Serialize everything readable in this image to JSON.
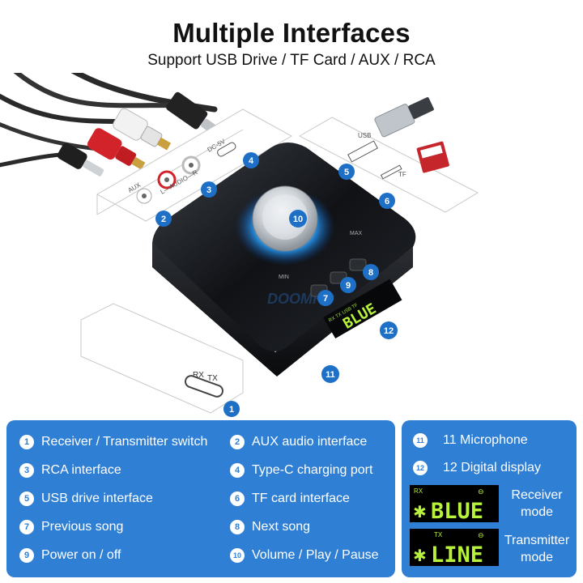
{
  "title": "Multiple Interfaces",
  "subtitle": "Support USB Drive / TF Card / AUX / RCA",
  "device": {
    "port_labels": {
      "aux": "AUX",
      "l_audio_r": "L—AUDIO—R",
      "dc5v": "DC-5V",
      "usb": "USB",
      "tf": "TF",
      "rx": "RX",
      "tx": "TX",
      "min": "MIN",
      "max": "MAX",
      "display": "BLUE",
      "display_tags": "RX TX USB TF",
      "watermark": "DOOMHO"
    },
    "callouts": [
      "1",
      "2",
      "3",
      "4",
      "5",
      "6",
      "7",
      "8",
      "9",
      "10",
      "11",
      "12"
    ]
  },
  "legend": {
    "items": [
      {
        "num": "1",
        "label": "Receiver / Transmitter switch"
      },
      {
        "num": "2",
        "label": "AUX audio interface"
      },
      {
        "num": "3",
        "label": "RCA interface"
      },
      {
        "num": "4",
        "label": "Type-C charging port"
      },
      {
        "num": "5",
        "label": "USB drive interface"
      },
      {
        "num": "6",
        "label": "TF card interface"
      },
      {
        "num": "7",
        "label": "Previous song"
      },
      {
        "num": "8",
        "label": "Next song"
      },
      {
        "num": "9",
        "label": "Power on / off"
      },
      {
        "num": "10",
        "label": "Volume / Play / Pause"
      }
    ],
    "right": [
      {
        "num": "11",
        "label": "11 Microphone"
      },
      {
        "num": "12",
        "label": "12 Digital display"
      }
    ],
    "modes": [
      {
        "tag": "RX",
        "screen": "BLUE",
        "label_1": "Receiver",
        "label_2": "mode"
      },
      {
        "tag": "TX",
        "screen": "LINE",
        "label_1": "Transmitter",
        "label_2": "mode"
      }
    ]
  },
  "colors": {
    "accent_blue": "#2f7fd4",
    "callout_blue": "#1e6fc6",
    "lcd_green": "#b8f23a",
    "rca_red": "#d3232a"
  }
}
